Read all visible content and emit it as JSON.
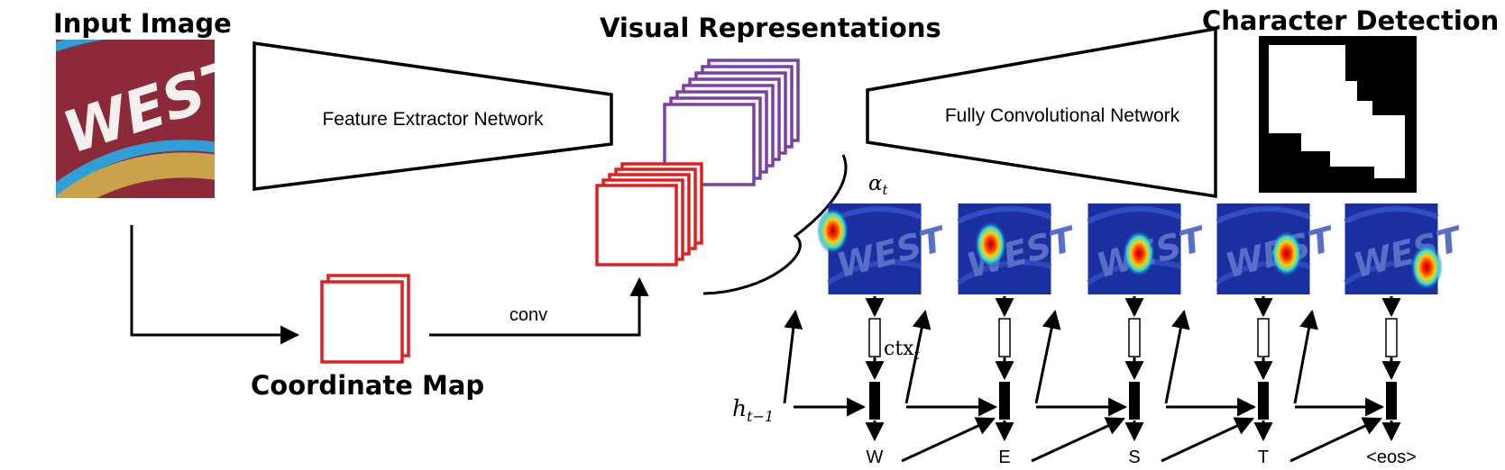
{
  "titles": {
    "input_image": "Input Image",
    "visual_representations": "Visual Representations",
    "character_detection": "Character Detection",
    "coordinate_map": "Coordinate Map"
  },
  "blocks": {
    "feature_extractor": "Feature Extractor Network",
    "fully_convolutional": "Fully Convolutional Network"
  },
  "edge_labels": {
    "conv": "conv"
  },
  "input_image_text": "WEST",
  "math": {
    "alpha_sym": "α",
    "alpha_sub": "t",
    "ctx_sym": "ctx",
    "ctx_sub": "t",
    "h_sym": "h",
    "h_sub": "t−1"
  },
  "decoder_steps": [
    {
      "output": "W"
    },
    {
      "output": "E"
    },
    {
      "output": "S"
    },
    {
      "output": "T"
    },
    {
      "output": "<eos>"
    }
  ],
  "colors": {
    "feature_map_red": "#e02020",
    "feature_map_purple": "#7b3fa8",
    "heatmap_blue": "#1a2fa0",
    "input_maroon": "#8c2a3a",
    "input_stripe": "#2f9fd8"
  }
}
